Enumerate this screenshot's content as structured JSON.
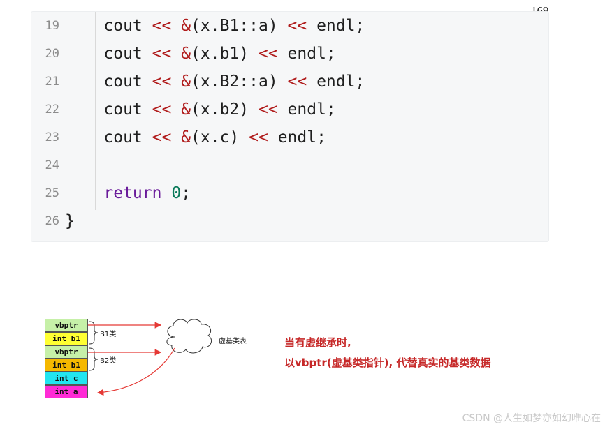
{
  "page_number": "169",
  "code_lines": [
    {
      "num": "19",
      "parts": [
        {
          "t": "    cout ",
          "c": ""
        },
        {
          "t": "<<",
          "c": "op"
        },
        {
          "t": " ",
          "c": ""
        },
        {
          "t": "&",
          "c": "op"
        },
        {
          "t": "(x.B1::a) ",
          "c": ""
        },
        {
          "t": "<<",
          "c": "op"
        },
        {
          "t": " endl;",
          "c": ""
        }
      ]
    },
    {
      "num": "20",
      "parts": [
        {
          "t": "    cout ",
          "c": ""
        },
        {
          "t": "<<",
          "c": "op"
        },
        {
          "t": " ",
          "c": ""
        },
        {
          "t": "&",
          "c": "op"
        },
        {
          "t": "(x.b1) ",
          "c": ""
        },
        {
          "t": "<<",
          "c": "op"
        },
        {
          "t": " endl;",
          "c": ""
        }
      ]
    },
    {
      "num": "21",
      "parts": [
        {
          "t": "    cout ",
          "c": ""
        },
        {
          "t": "<<",
          "c": "op"
        },
        {
          "t": " ",
          "c": ""
        },
        {
          "t": "&",
          "c": "op"
        },
        {
          "t": "(x.B2::a) ",
          "c": ""
        },
        {
          "t": "<<",
          "c": "op"
        },
        {
          "t": " endl;",
          "c": ""
        }
      ]
    },
    {
      "num": "22",
      "parts": [
        {
          "t": "    cout ",
          "c": ""
        },
        {
          "t": "<<",
          "c": "op"
        },
        {
          "t": " ",
          "c": ""
        },
        {
          "t": "&",
          "c": "op"
        },
        {
          "t": "(x.b2) ",
          "c": ""
        },
        {
          "t": "<<",
          "c": "op"
        },
        {
          "t": " endl;",
          "c": ""
        }
      ]
    },
    {
      "num": "23",
      "parts": [
        {
          "t": "    cout ",
          "c": ""
        },
        {
          "t": "<<",
          "c": "op"
        },
        {
          "t": " ",
          "c": ""
        },
        {
          "t": "&",
          "c": "op"
        },
        {
          "t": "(x.c) ",
          "c": ""
        },
        {
          "t": "<<",
          "c": "op"
        },
        {
          "t": " endl;",
          "c": ""
        }
      ]
    },
    {
      "num": "24",
      "parts": []
    },
    {
      "num": "25",
      "parts": [
        {
          "t": "    ",
          "c": ""
        },
        {
          "t": "return",
          "c": "kw"
        },
        {
          "t": " ",
          "c": ""
        },
        {
          "t": "0",
          "c": "num"
        },
        {
          "t": ";",
          "c": ""
        }
      ]
    },
    {
      "num": "26",
      "parts": [
        {
          "t": "}",
          "c": ""
        }
      ]
    }
  ],
  "diagram": {
    "boxes": [
      {
        "label": "vbptr",
        "color": "#c6f0a8"
      },
      {
        "label": "int b1",
        "color": "#ffff33"
      },
      {
        "label": "vbptr",
        "color": "#c6f0a8"
      },
      {
        "label": "int b1",
        "color": "#f5b800"
      },
      {
        "label": "int c",
        "color": "#22e5f0"
      },
      {
        "label": "int a",
        "color": "#ff2bd6"
      }
    ],
    "b1_label": "B1类",
    "b2_label": "B2类",
    "cloud_label": "虚基类表",
    "arrow_color": "#e53935"
  },
  "explanation": {
    "line1": "当有虚继承时,",
    "line2": "以vbptr(虚基类指针), 代替真实的基类数据"
  },
  "watermark": "CSDN @人生如梦亦如幻唯心在"
}
